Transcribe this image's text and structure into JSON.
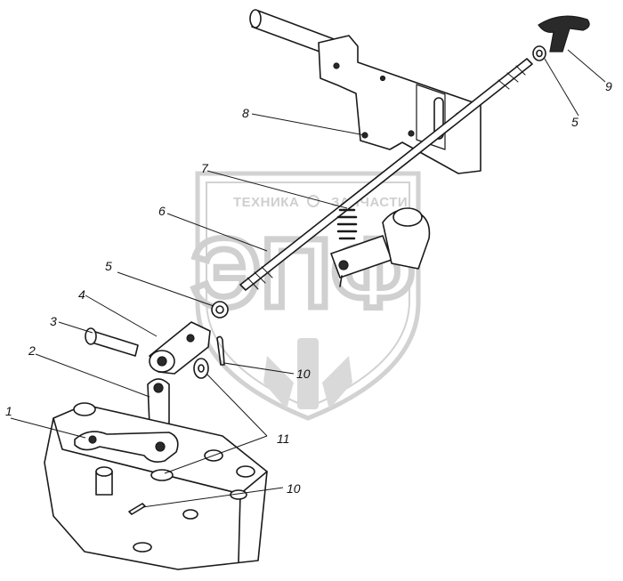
{
  "watermark": {
    "top_text_left": "ТЕХНИКА",
    "top_text_right": "ЗАПЧАСТИ",
    "big_letters": "ЭПФ"
  },
  "callouts": [
    {
      "id": "1",
      "label": "1"
    },
    {
      "id": "2",
      "label": "2"
    },
    {
      "id": "3",
      "label": "3"
    },
    {
      "id": "4",
      "label": "4"
    },
    {
      "id": "5a",
      "label": "5"
    },
    {
      "id": "5b",
      "label": "5"
    },
    {
      "id": "6",
      "label": "6"
    },
    {
      "id": "7",
      "label": "7"
    },
    {
      "id": "8",
      "label": "8"
    },
    {
      "id": "9",
      "label": "9"
    },
    {
      "id": "10a",
      "label": "10"
    },
    {
      "id": "10b",
      "label": "10"
    },
    {
      "id": "11",
      "label": "11"
    }
  ]
}
